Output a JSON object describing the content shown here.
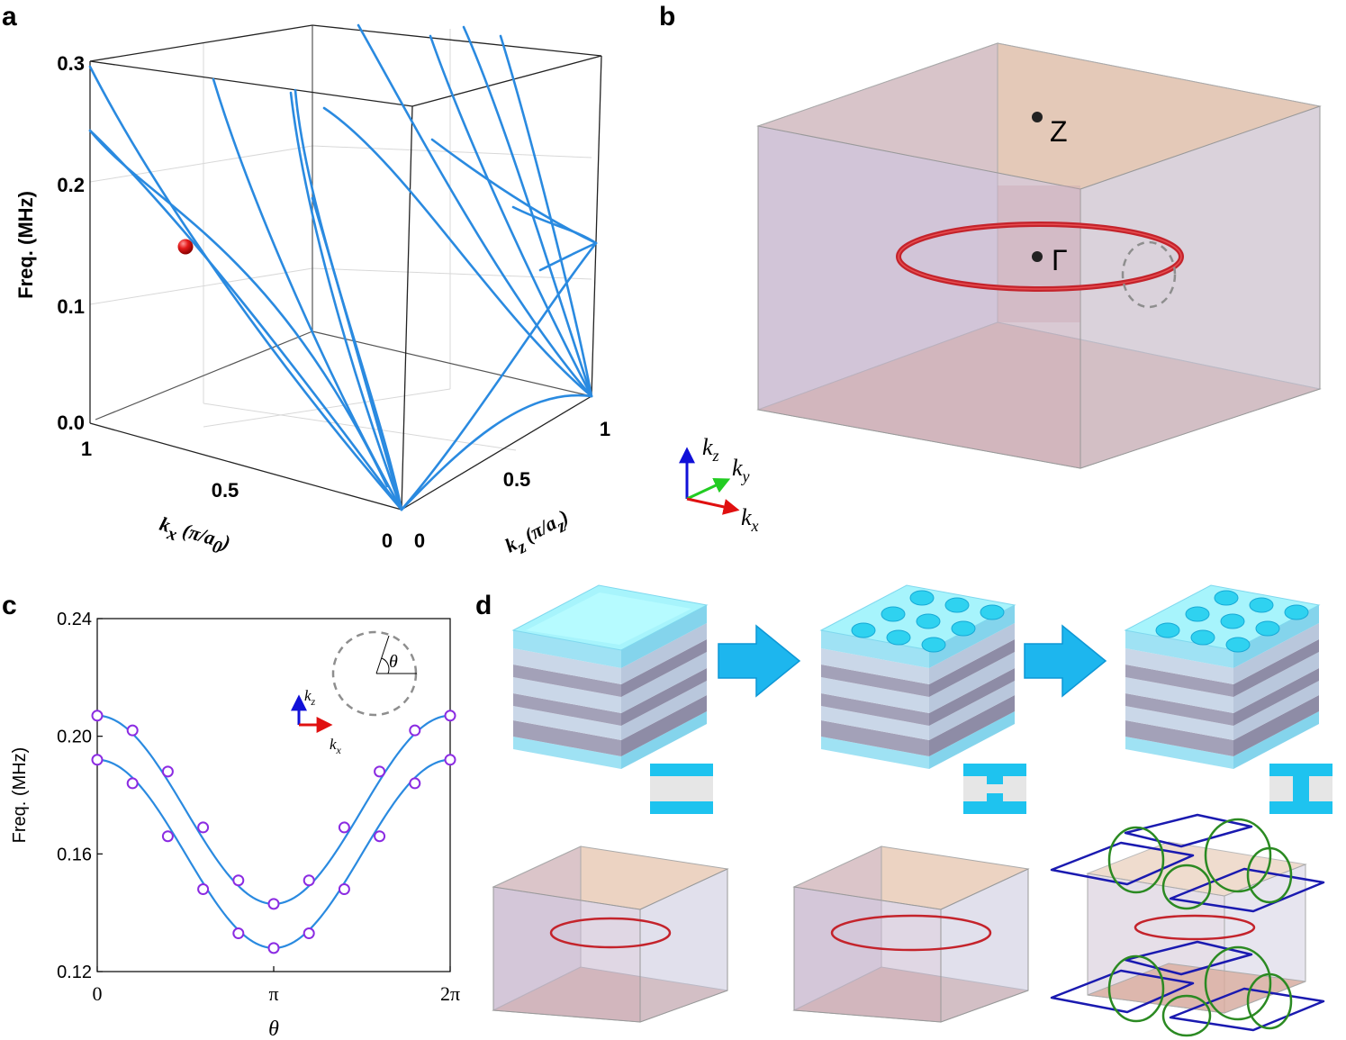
{
  "panels": {
    "a": "a",
    "b": "b",
    "c": "c",
    "d": "d"
  },
  "panel_a": {
    "y_ticks": [
      "0.0",
      "0.1",
      "0.2",
      "0.3"
    ],
    "y_label": "Freq. (MHz)",
    "kx_ticks": [
      "1",
      "0.5",
      "0"
    ],
    "kz_ticks": [
      "0",
      "0.5",
      "1"
    ],
    "kx_label_k": "k",
    "kx_label_sub": "x",
    "kx_label_unit": " (π/a",
    "kx_label_unit_sub": "0",
    "kx_label_close": ")",
    "kz_label_k": "k",
    "kz_label_sub": "z",
    "kz_label_unit": " (π/a",
    "kz_label_unit_sub": "z",
    "kz_label_close": ")",
    "line_color": "#2a8ae0",
    "marker_color": "#e51b1b"
  },
  "panel_b": {
    "point_z": "Z",
    "point_gamma": "Γ",
    "ring_color": "#d3232a",
    "axis_kz": "k",
    "axis_kz_sub": "z",
    "axis_ky": "k",
    "axis_ky_sub": "y",
    "axis_kx": "k",
    "axis_kx_sub": "x"
  },
  "panel_c": {
    "ylabel": "Freq. (MHz)",
    "xlabel": "θ",
    "inset_theta": "θ",
    "inset_kz": "k",
    "inset_kz_sub": "z",
    "inset_kx": "k",
    "inset_kx_sub": "x",
    "marker_color": "#8b2be2",
    "line_color": "#2a8ae0"
  },
  "chart_data": {
    "type": "line",
    "xlabel": "θ",
    "ylabel": "Freq. (MHz)",
    "xlim": [
      0,
      6.2832
    ],
    "ylim": [
      0.12,
      0.24
    ],
    "x_ticks": [
      "0",
      "π",
      "2π"
    ],
    "y_ticks": [
      "0.12",
      "0.16",
      "0.20",
      "0.24"
    ],
    "grid": false,
    "legend": "none",
    "x": [
      0,
      0.6283,
      1.2566,
      1.885,
      2.5133,
      3.1416,
      3.7699,
      4.3982,
      5.0265,
      5.6549,
      6.2832
    ],
    "series": [
      {
        "values": [
          0.207,
          0.202,
          0.188,
          0.169,
          0.151,
          0.143,
          0.151,
          0.169,
          0.188,
          0.202,
          0.207
        ]
      },
      {
        "values": [
          0.192,
          0.184,
          0.166,
          0.148,
          0.133,
          0.128,
          0.133,
          0.148,
          0.166,
          0.184,
          0.192
        ]
      }
    ]
  }
}
